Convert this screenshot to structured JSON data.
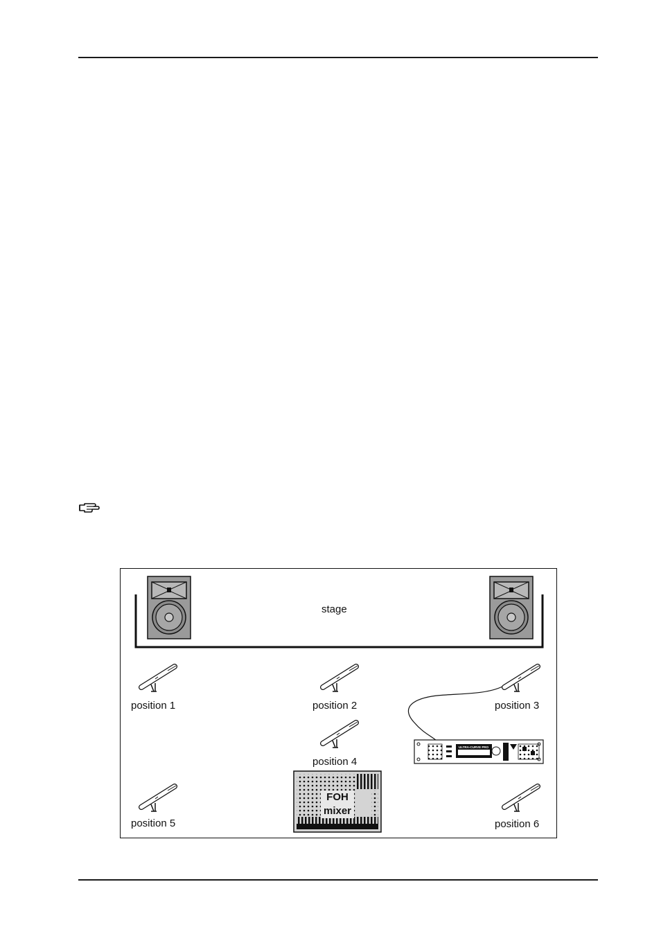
{
  "page": {
    "note_icon": "pointing-hand-icon"
  },
  "figure": {
    "stage_label": "stage",
    "positions": [
      {
        "label": "position 1"
      },
      {
        "label": "position 2"
      },
      {
        "label": "position 3"
      },
      {
        "label": "position 4"
      },
      {
        "label": "position 5"
      },
      {
        "label": "position 6"
      }
    ],
    "mixer_label_line1": "FOH",
    "mixer_label_line2": "mixer",
    "device_name": "ULTRA-CURVE PRO",
    "icons": {
      "speaker": "pa-speaker-icon",
      "microphone": "measurement-microphone-icon",
      "mixer": "mixing-console-icon",
      "equalizer": "rack-equalizer-icon"
    }
  }
}
